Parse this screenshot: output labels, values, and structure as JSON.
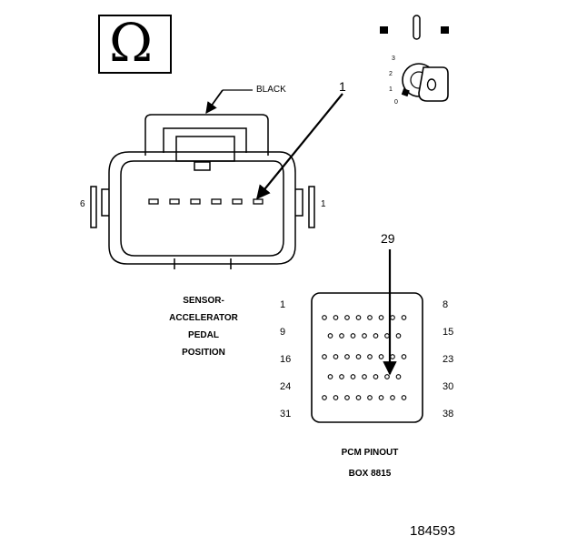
{
  "ohm_symbol": "Ω",
  "key_positions": [
    "3",
    "2",
    "1",
    "0"
  ],
  "connector": {
    "color_label": "BLACK",
    "callout": "1",
    "end_left": "6",
    "end_right": "1"
  },
  "sensor_label": [
    "SENSOR-",
    "ACCELERATOR",
    "PEDAL",
    "POSITION"
  ],
  "pcm": {
    "callout": "29",
    "left_numbers": [
      "1",
      "9",
      "16",
      "24",
      "31"
    ],
    "right_numbers": [
      "8",
      "15",
      "23",
      "30",
      "38"
    ],
    "title_line1": "PCM PINOUT",
    "title_line2": "BOX 8815"
  },
  "figure_number": "184593",
  "colors": {
    "ink": "#000000",
    "background": "#ffffff"
  }
}
